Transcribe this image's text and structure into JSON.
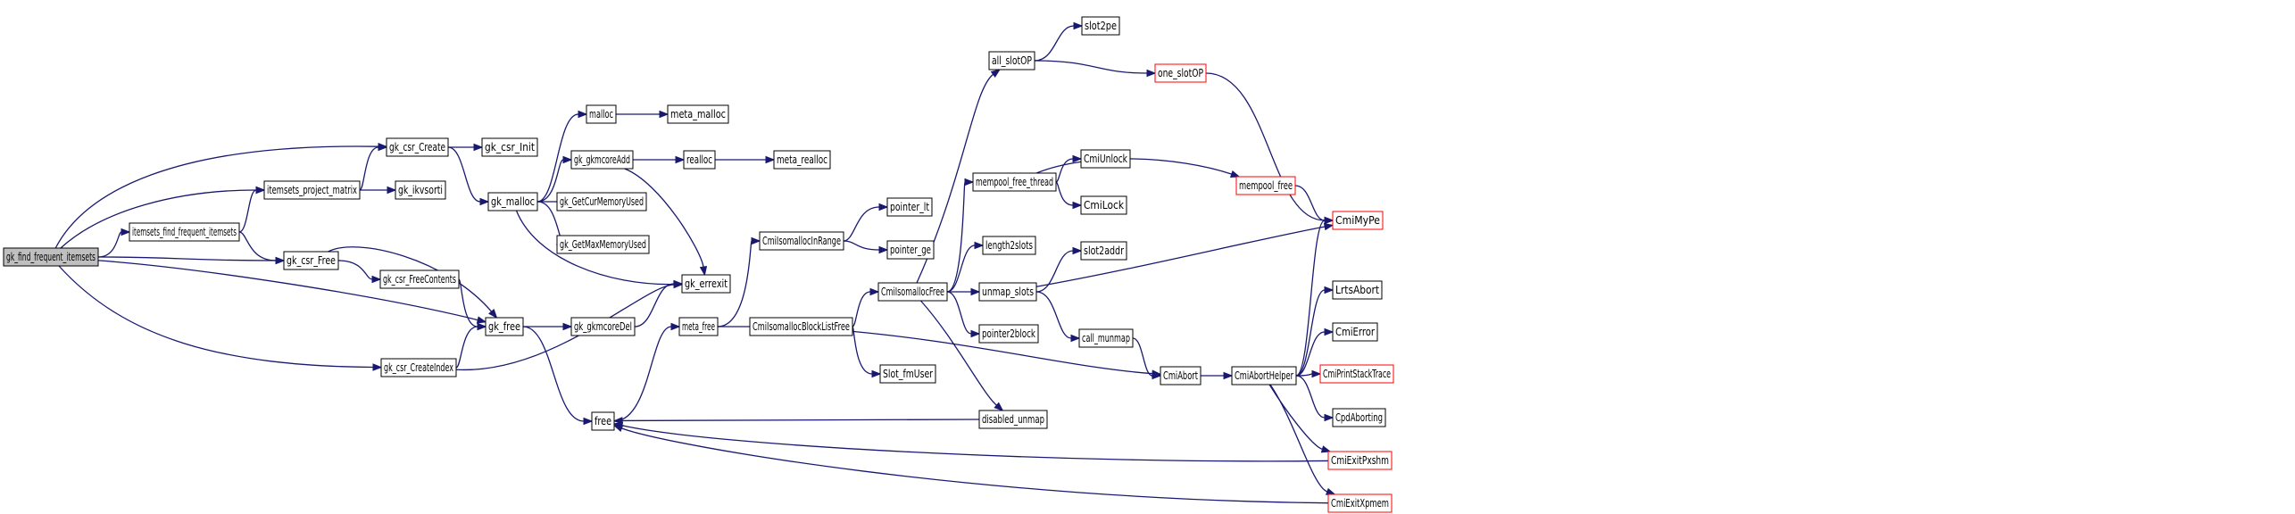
{
  "graph": {
    "colors": {
      "edge": "#191970",
      "root_fill": "#bfbfbf",
      "node_fill": "#ffffff",
      "node_border": "#000000",
      "truncated_border": "#ff0000"
    },
    "nodes": [
      {
        "id": "gk_find_frequent_itemsets",
        "label": "gk_find_frequent_itemsets",
        "root": true
      },
      {
        "id": "gk_csr_Create",
        "label": "gk_csr_Create"
      },
      {
        "id": "gk_csr_Init",
        "label": "gk_csr_Init"
      },
      {
        "id": "itemsets_project_matrix",
        "label": "itemsets_project_matrix"
      },
      {
        "id": "gk_ikvsorti",
        "label": "gk_ikvsorti"
      },
      {
        "id": "itemsets_find_frequent_itemsets",
        "label": "itemsets_find_frequent_itemsets"
      },
      {
        "id": "gk_csr_Free",
        "label": "gk_csr_Free"
      },
      {
        "id": "gk_csr_FreeContents",
        "label": "gk_csr_FreeContents"
      },
      {
        "id": "gk_free",
        "label": "gk_free"
      },
      {
        "id": "gk_csr_CreateIndex",
        "label": "gk_csr_CreateIndex"
      },
      {
        "id": "malloc",
        "label": "malloc"
      },
      {
        "id": "meta_malloc",
        "label": "meta_malloc"
      },
      {
        "id": "gk_gkmcoreAdd",
        "label": "gk_gkmcoreAdd"
      },
      {
        "id": "realloc",
        "label": "realloc"
      },
      {
        "id": "meta_realloc",
        "label": "meta_realloc"
      },
      {
        "id": "gk_malloc",
        "label": "gk_malloc"
      },
      {
        "id": "gk_GetCurMemoryUsed",
        "label": "gk_GetCurMemoryUsed"
      },
      {
        "id": "gk_GetMaxMemoryUsed",
        "label": "gk_GetMaxMemoryUsed"
      },
      {
        "id": "gk_errexit",
        "label": "gk_errexit"
      },
      {
        "id": "gk_gkmcoreDel",
        "label": "gk_gkmcoreDel"
      },
      {
        "id": "free",
        "label": "free"
      },
      {
        "id": "meta_free",
        "label": "meta_free"
      },
      {
        "id": "CmiIsomallocInRange",
        "label": "CmiIsomallocInRange"
      },
      {
        "id": "pointer_lt",
        "label": "pointer_lt"
      },
      {
        "id": "pointer_ge",
        "label": "pointer_ge"
      },
      {
        "id": "CmiIsomallocBlockListFree",
        "label": "CmiIsomallocBlockListFree"
      },
      {
        "id": "Slot_fmUser",
        "label": "Slot_fmUser"
      },
      {
        "id": "CmiIsomallocFree",
        "label": "CmiIsomallocFree"
      },
      {
        "id": "all_slotOP",
        "label": "all_slotOP"
      },
      {
        "id": "slot2pe",
        "label": "slot2pe"
      },
      {
        "id": "one_slotOP",
        "label": "one_slotOP",
        "truncated": true
      },
      {
        "id": "mempool_free_thread",
        "label": "mempool_free_thread"
      },
      {
        "id": "CmiUnlock",
        "label": "CmiUnlock"
      },
      {
        "id": "CmiLock",
        "label": "CmiLock"
      },
      {
        "id": "mempool_free",
        "label": "mempool_free",
        "truncated": true
      },
      {
        "id": "length2slots",
        "label": "length2slots"
      },
      {
        "id": "unmap_slots",
        "label": "unmap_slots"
      },
      {
        "id": "slot2addr",
        "label": "slot2addr"
      },
      {
        "id": "call_munmap",
        "label": "call_munmap"
      },
      {
        "id": "pointer2block",
        "label": "pointer2block"
      },
      {
        "id": "disabled_unmap",
        "label": "disabled_unmap"
      },
      {
        "id": "CmiAbort",
        "label": "CmiAbort"
      },
      {
        "id": "CmiAbortHelper",
        "label": "CmiAbortHelper"
      },
      {
        "id": "CmiMyPe",
        "label": "CmiMyPe",
        "truncated": true
      },
      {
        "id": "LrtsAbort",
        "label": "LrtsAbort"
      },
      {
        "id": "CmiError",
        "label": "CmiError"
      },
      {
        "id": "CmiPrintStackTrace",
        "label": "CmiPrintStackTrace",
        "truncated": true
      },
      {
        "id": "CpdAborting",
        "label": "CpdAborting"
      },
      {
        "id": "CmiExitPxshm",
        "label": "CmiExitPxshm",
        "truncated": true
      },
      {
        "id": "CmiExitXpmem",
        "label": "CmiExitXpmem",
        "truncated": true
      }
    ],
    "edges": [
      [
        "gk_find_frequent_itemsets",
        "gk_csr_Create"
      ],
      [
        "gk_find_frequent_itemsets",
        "itemsets_project_matrix"
      ],
      [
        "gk_find_frequent_itemsets",
        "itemsets_find_frequent_itemsets"
      ],
      [
        "gk_find_frequent_itemsets",
        "gk_csr_Free"
      ],
      [
        "gk_find_frequent_itemsets",
        "gk_free"
      ],
      [
        "gk_find_frequent_itemsets",
        "gk_csr_CreateIndex"
      ],
      [
        "gk_csr_Create",
        "gk_csr_Init"
      ],
      [
        "gk_csr_Create",
        "gk_malloc"
      ],
      [
        "itemsets_project_matrix",
        "gk_csr_Create"
      ],
      [
        "itemsets_project_matrix",
        "gk_ikvsorti"
      ],
      [
        "itemsets_find_frequent_itemsets",
        "itemsets_project_matrix"
      ],
      [
        "itemsets_find_frequent_itemsets",
        "gk_csr_Free"
      ],
      [
        "gk_csr_Free",
        "gk_csr_FreeContents"
      ],
      [
        "gk_csr_Free",
        "gk_free"
      ],
      [
        "gk_csr_FreeContents",
        "gk_free"
      ],
      [
        "gk_csr_CreateIndex",
        "gk_free"
      ],
      [
        "gk_csr_CreateIndex",
        "gk_errexit"
      ],
      [
        "gk_malloc",
        "malloc"
      ],
      [
        "gk_malloc",
        "gk_gkmcoreAdd"
      ],
      [
        "gk_malloc",
        "gk_GetCurMemoryUsed"
      ],
      [
        "gk_malloc",
        "gk_GetMaxMemoryUsed"
      ],
      [
        "gk_malloc",
        "gk_errexit"
      ],
      [
        "malloc",
        "meta_malloc"
      ],
      [
        "gk_gkmcoreAdd",
        "realloc"
      ],
      [
        "gk_gkmcoreAdd",
        "gk_errexit"
      ],
      [
        "realloc",
        "meta_realloc"
      ],
      [
        "gk_free",
        "gk_gkmcoreDel"
      ],
      [
        "gk_free",
        "free"
      ],
      [
        "gk_gkmcoreDel",
        "gk_errexit"
      ],
      [
        "free",
        "meta_free"
      ],
      [
        "meta_free",
        "CmiIsomallocInRange"
      ],
      [
        "meta_free",
        "CmiIsomallocBlockListFree"
      ],
      [
        "CmiIsomallocInRange",
        "pointer_lt"
      ],
      [
        "CmiIsomallocInRange",
        "pointer_ge"
      ],
      [
        "CmiIsomallocBlockListFree",
        "CmiIsomallocFree"
      ],
      [
        "CmiIsomallocBlockListFree",
        "Slot_fmUser"
      ],
      [
        "CmiIsomallocBlockListFree",
        "CmiAbort"
      ],
      [
        "CmiIsomallocFree",
        "all_slotOP"
      ],
      [
        "CmiIsomallocFree",
        "mempool_free_thread"
      ],
      [
        "CmiIsomallocFree",
        "length2slots"
      ],
      [
        "CmiIsomallocFree",
        "unmap_slots"
      ],
      [
        "CmiIsomallocFree",
        "pointer2block"
      ],
      [
        "CmiIsomallocFree",
        "disabled_unmap"
      ],
      [
        "all_slotOP",
        "slot2pe"
      ],
      [
        "all_slotOP",
        "one_slotOP"
      ],
      [
        "one_slotOP",
        "CmiMyPe"
      ],
      [
        "mempool_free_thread",
        "CmiUnlock"
      ],
      [
        "mempool_free_thread",
        "CmiLock"
      ],
      [
        "mempool_free_thread",
        "mempool_free"
      ],
      [
        "mempool_free",
        "CmiMyPe"
      ],
      [
        "unmap_slots",
        "slot2addr"
      ],
      [
        "unmap_slots",
        "call_munmap"
      ],
      [
        "unmap_slots",
        "CmiMyPe"
      ],
      [
        "call_munmap",
        "CmiAbort"
      ],
      [
        "disabled_unmap",
        "free"
      ],
      [
        "CmiAbort",
        "CmiAbortHelper"
      ],
      [
        "CmiAbortHelper",
        "CmiMyPe"
      ],
      [
        "CmiAbortHelper",
        "LrtsAbort"
      ],
      [
        "CmiAbortHelper",
        "CmiError"
      ],
      [
        "CmiAbortHelper",
        "CmiPrintStackTrace"
      ],
      [
        "CmiAbortHelper",
        "CpdAborting"
      ],
      [
        "CmiAbortHelper",
        "CmiExitPxshm"
      ],
      [
        "CmiAbortHelper",
        "CmiExitXpmem"
      ],
      [
        "CmiExitPxshm",
        "free"
      ],
      [
        "CmiExitXpmem",
        "free"
      ]
    ]
  }
}
